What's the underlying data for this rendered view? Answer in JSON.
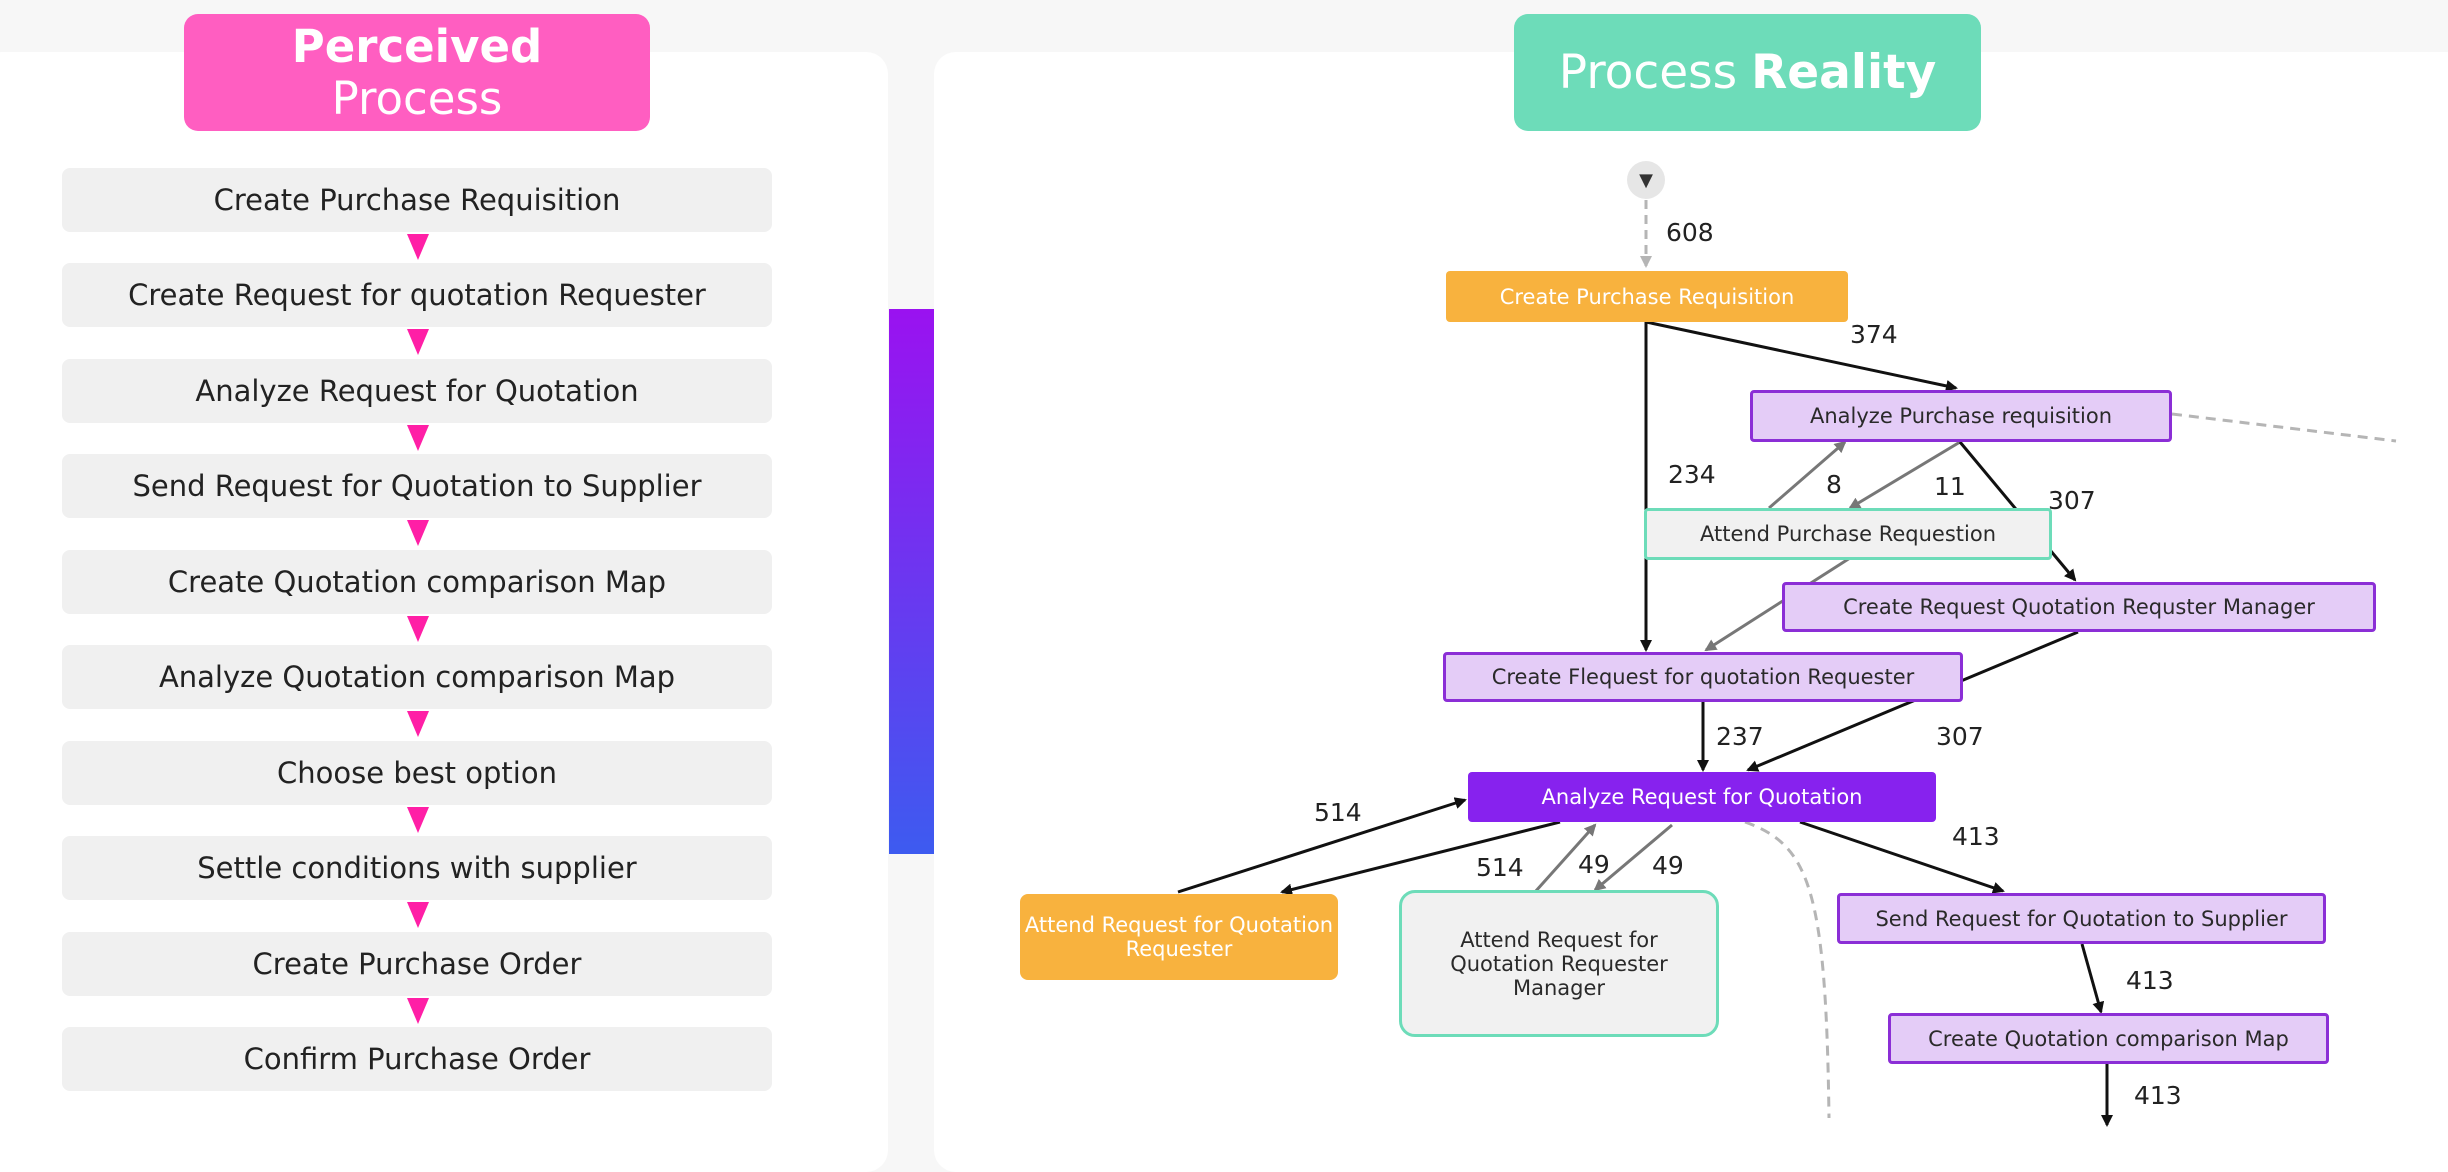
{
  "perceived": {
    "title_bold": "Perceived",
    "title_light": "Process",
    "steps": [
      "Create Purchase Requisition",
      "Create Request for quotation Requester",
      "Analyze Request for Quotation",
      "Send Request for Quotation to Supplier",
      "Create Quotation comparison Map",
      "Analyze Quotation comparison Map",
      "Choose best option",
      "Settle conditions with supplier",
      "Create Purchase Order",
      "Confirm Purchase Order"
    ]
  },
  "reality": {
    "title_light": "Process",
    "title_bold": "Reality",
    "start_symbol": "▼",
    "nodes": {
      "create_pr": "Create Purchase Requisition",
      "analyze_pr": "Analyze Purchase requisition",
      "attend_pr": "Attend Purchase Requestion",
      "create_rq_manager": "Create Request Quotation Requster Manager",
      "create_rfq_requester": "Create Flequest for quotation Requester",
      "analyze_rfq": "Analyze Request for Quotation",
      "attend_rfq_requester": "Attend Request for Quotation Requester",
      "attend_rfq_requester_manager": "Attend Request for Quotation Requester Manager",
      "send_rfq_supplier": "Send Request for Quotation to Supplier",
      "create_qcm": "Create Quotation comparison Map"
    },
    "edge_labels": {
      "start_to_create_pr": "608",
      "create_pr_to_analyze_pr": "374",
      "create_pr_to_create_rfq": "234",
      "attend_to_analyze": "8",
      "analyze_to_attend": "11",
      "analyze_pr_to_manager": "307",
      "create_rfq_to_analyze_rfq": "237",
      "manager_to_analyze_rfq": "307",
      "attend_rfq_req_loop": "514",
      "analyze_rfq_to_attend_req": "514",
      "attend_mgr_up": "49",
      "attend_mgr_down": "49",
      "analyze_rfq_to_send": "413",
      "send_to_qcm": "413",
      "qcm_out": "413"
    }
  },
  "colors": {
    "perceived_banner": "#ff5ec1",
    "reality_banner": "#6ddcb9",
    "triangle_arrow": "#ff1fa6",
    "node_orange": "#f8b23e",
    "node_purple_fill": "#e4ccf7",
    "node_purple_border": "#8b2ed6",
    "node_dark_purple": "#8722ee",
    "node_green_border": "#6ddcb9"
  }
}
